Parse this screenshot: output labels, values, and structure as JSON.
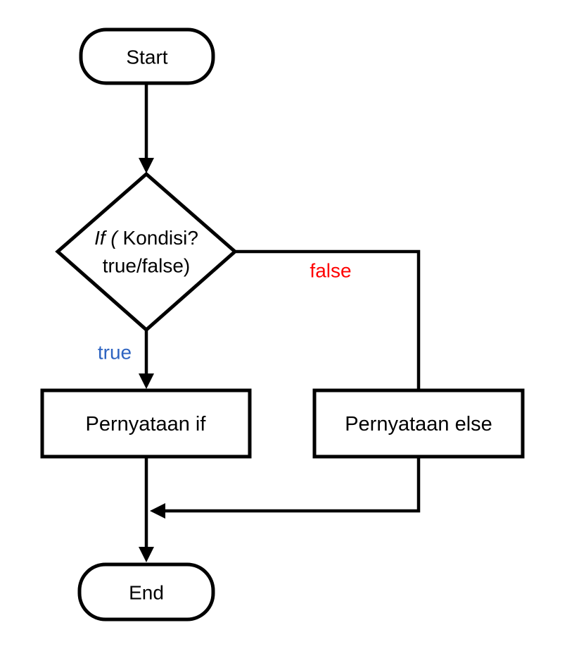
{
  "diagram": {
    "type": "flowchart",
    "nodes": {
      "start": {
        "shape": "terminator",
        "label": "Start"
      },
      "decision": {
        "shape": "decision",
        "label_italic": "If (",
        "label_rest": "Kondisi?",
        "label_line2": "true/false)",
        "label_full": "If (Kondisi? true/false)"
      },
      "if_statement": {
        "shape": "process",
        "label": "Pernyataan if"
      },
      "else_statement": {
        "shape": "process",
        "label": "Pernyataan else"
      },
      "end": {
        "shape": "terminator",
        "label": "End"
      }
    },
    "edges": [
      {
        "from": "start",
        "to": "decision",
        "label": ""
      },
      {
        "from": "decision",
        "to": "if_statement",
        "label": "true"
      },
      {
        "from": "decision",
        "to": "else_statement",
        "label": "false"
      },
      {
        "from": "if_statement",
        "to": "end",
        "label": ""
      },
      {
        "from": "else_statement",
        "to": "end",
        "label": ""
      }
    ],
    "colors": {
      "stroke": "#000000",
      "text": "#000000",
      "true_label": "#2E64C1",
      "false_label": "#FF0000",
      "background": "#FFFFFF"
    }
  }
}
